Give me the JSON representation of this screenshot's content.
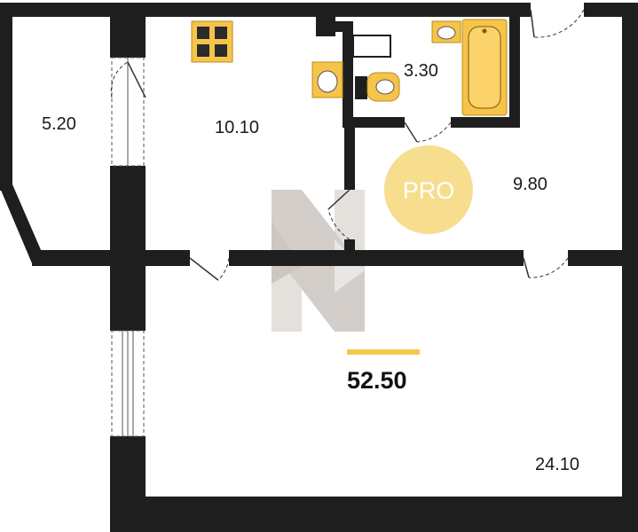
{
  "rooms": [
    {
      "id": "balcony",
      "area": "5.20"
    },
    {
      "id": "kitchen",
      "area": "10.10"
    },
    {
      "id": "bathroom",
      "area": "3.30"
    },
    {
      "id": "bedroom",
      "area": "9.80"
    },
    {
      "id": "living-room",
      "area": "24.10"
    }
  ],
  "total": {
    "area": "52.50"
  },
  "badge": {
    "text": "PRO"
  },
  "colors": {
    "wall": "#1e1e1e",
    "fixture": "#f6c44a",
    "badge": "#f7dd8e",
    "accent": "#f4c84c",
    "watermark": "#b9b1a8"
  },
  "icons": [
    "stove-icon",
    "sink-icon",
    "toilet-icon",
    "bathtub-icon",
    "door-icon",
    "window-icon",
    "watermark-logo"
  ]
}
